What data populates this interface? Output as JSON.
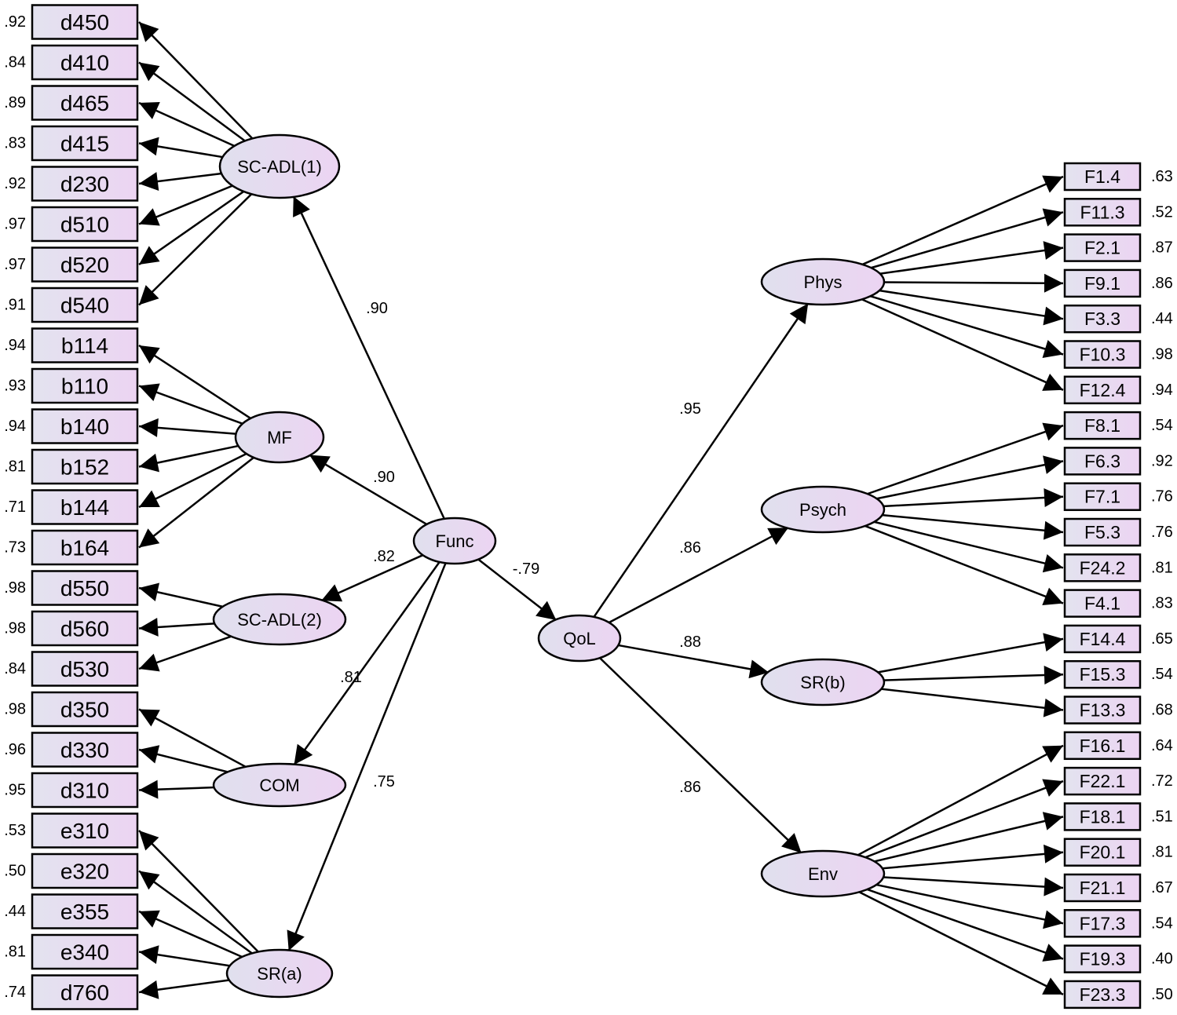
{
  "colors": {
    "box_fill_start": "#e3e3ef",
    "box_fill_end": "#ecd4f2",
    "node_fill_start": "#e0e0ee",
    "node_fill_end": "#ecd4f2",
    "stroke": "#000000"
  },
  "latent": {
    "func": "Func",
    "qol": "QoL",
    "sc_adl1": "SC-ADL(1)",
    "mf": "MF",
    "sc_adl2": "SC-ADL(2)",
    "com": "COM",
    "sra": "SR(a)",
    "phys": "Phys",
    "psych": "Psych",
    "srb": "SR(b)",
    "env": "Env"
  },
  "structural_paths": {
    "func_sc_adl1": ".90",
    "func_mf": ".90",
    "func_sc_adl2": ".82",
    "func_com": ".81",
    "func_sra": ".75",
    "func_qol": "-.79",
    "qol_phys": ".95",
    "qol_psych": ".86",
    "qol_srb": ".88",
    "qol_env": ".86"
  },
  "left_items": [
    {
      "label": "d450",
      "value": ".92"
    },
    {
      "label": "d410",
      "value": ".84"
    },
    {
      "label": "d465",
      "value": ".89"
    },
    {
      "label": "d415",
      "value": ".83"
    },
    {
      "label": "d230",
      "value": ".92"
    },
    {
      "label": "d510",
      "value": ".97"
    },
    {
      "label": "d520",
      "value": ".97"
    },
    {
      "label": "d540",
      "value": ".91"
    },
    {
      "label": "b114",
      "value": ".94"
    },
    {
      "label": "b110",
      "value": ".93"
    },
    {
      "label": "b140",
      "value": ".94"
    },
    {
      "label": "b152",
      "value": ".81"
    },
    {
      "label": "b144",
      "value": ".71"
    },
    {
      "label": "b164",
      "value": ".73"
    },
    {
      "label": "d550",
      "value": ".98"
    },
    {
      "label": "d560",
      "value": ".98"
    },
    {
      "label": "d530",
      "value": ".84"
    },
    {
      "label": "d350",
      "value": ".98"
    },
    {
      "label": "d330",
      "value": ".96"
    },
    {
      "label": "d310",
      "value": ".95"
    },
    {
      "label": "e310",
      "value": ".53"
    },
    {
      "label": "e320",
      "value": ".50"
    },
    {
      "label": "e355",
      "value": ".44"
    },
    {
      "label": "e340",
      "value": ".81"
    },
    {
      "label": "d760",
      "value": ".74"
    }
  ],
  "right_items": [
    {
      "label": "F1.4",
      "value": ".63"
    },
    {
      "label": "F11.3",
      "value": ".52"
    },
    {
      "label": "F2.1",
      "value": ".87"
    },
    {
      "label": "F9.1",
      "value": ".86"
    },
    {
      "label": "F3.3",
      "value": ".44"
    },
    {
      "label": "F10.3",
      "value": ".98"
    },
    {
      "label": "F12.4",
      "value": ".94"
    },
    {
      "label": "F8.1",
      "value": ".54"
    },
    {
      "label": "F6.3",
      "value": ".92"
    },
    {
      "label": "F7.1",
      "value": ".76"
    },
    {
      "label": "F5.3",
      "value": ".76"
    },
    {
      "label": "F24.2",
      "value": ".81"
    },
    {
      "label": "F4.1",
      "value": ".83"
    },
    {
      "label": "F14.4",
      "value": ".65"
    },
    {
      "label": "F15.3",
      "value": ".54"
    },
    {
      "label": "F13.3",
      "value": ".68"
    },
    {
      "label": "F16.1",
      "value": ".64"
    },
    {
      "label": "F22.1",
      "value": ".72"
    },
    {
      "label": "F18.1",
      "value": ".51"
    },
    {
      "label": "F20.1",
      "value": ".81"
    },
    {
      "label": "F21.1",
      "value": ".67"
    },
    {
      "label": "F17.3",
      "value": ".54"
    },
    {
      "label": "F19.3",
      "value": ".40"
    },
    {
      "label": "F23.3",
      "value": ".50"
    }
  ]
}
